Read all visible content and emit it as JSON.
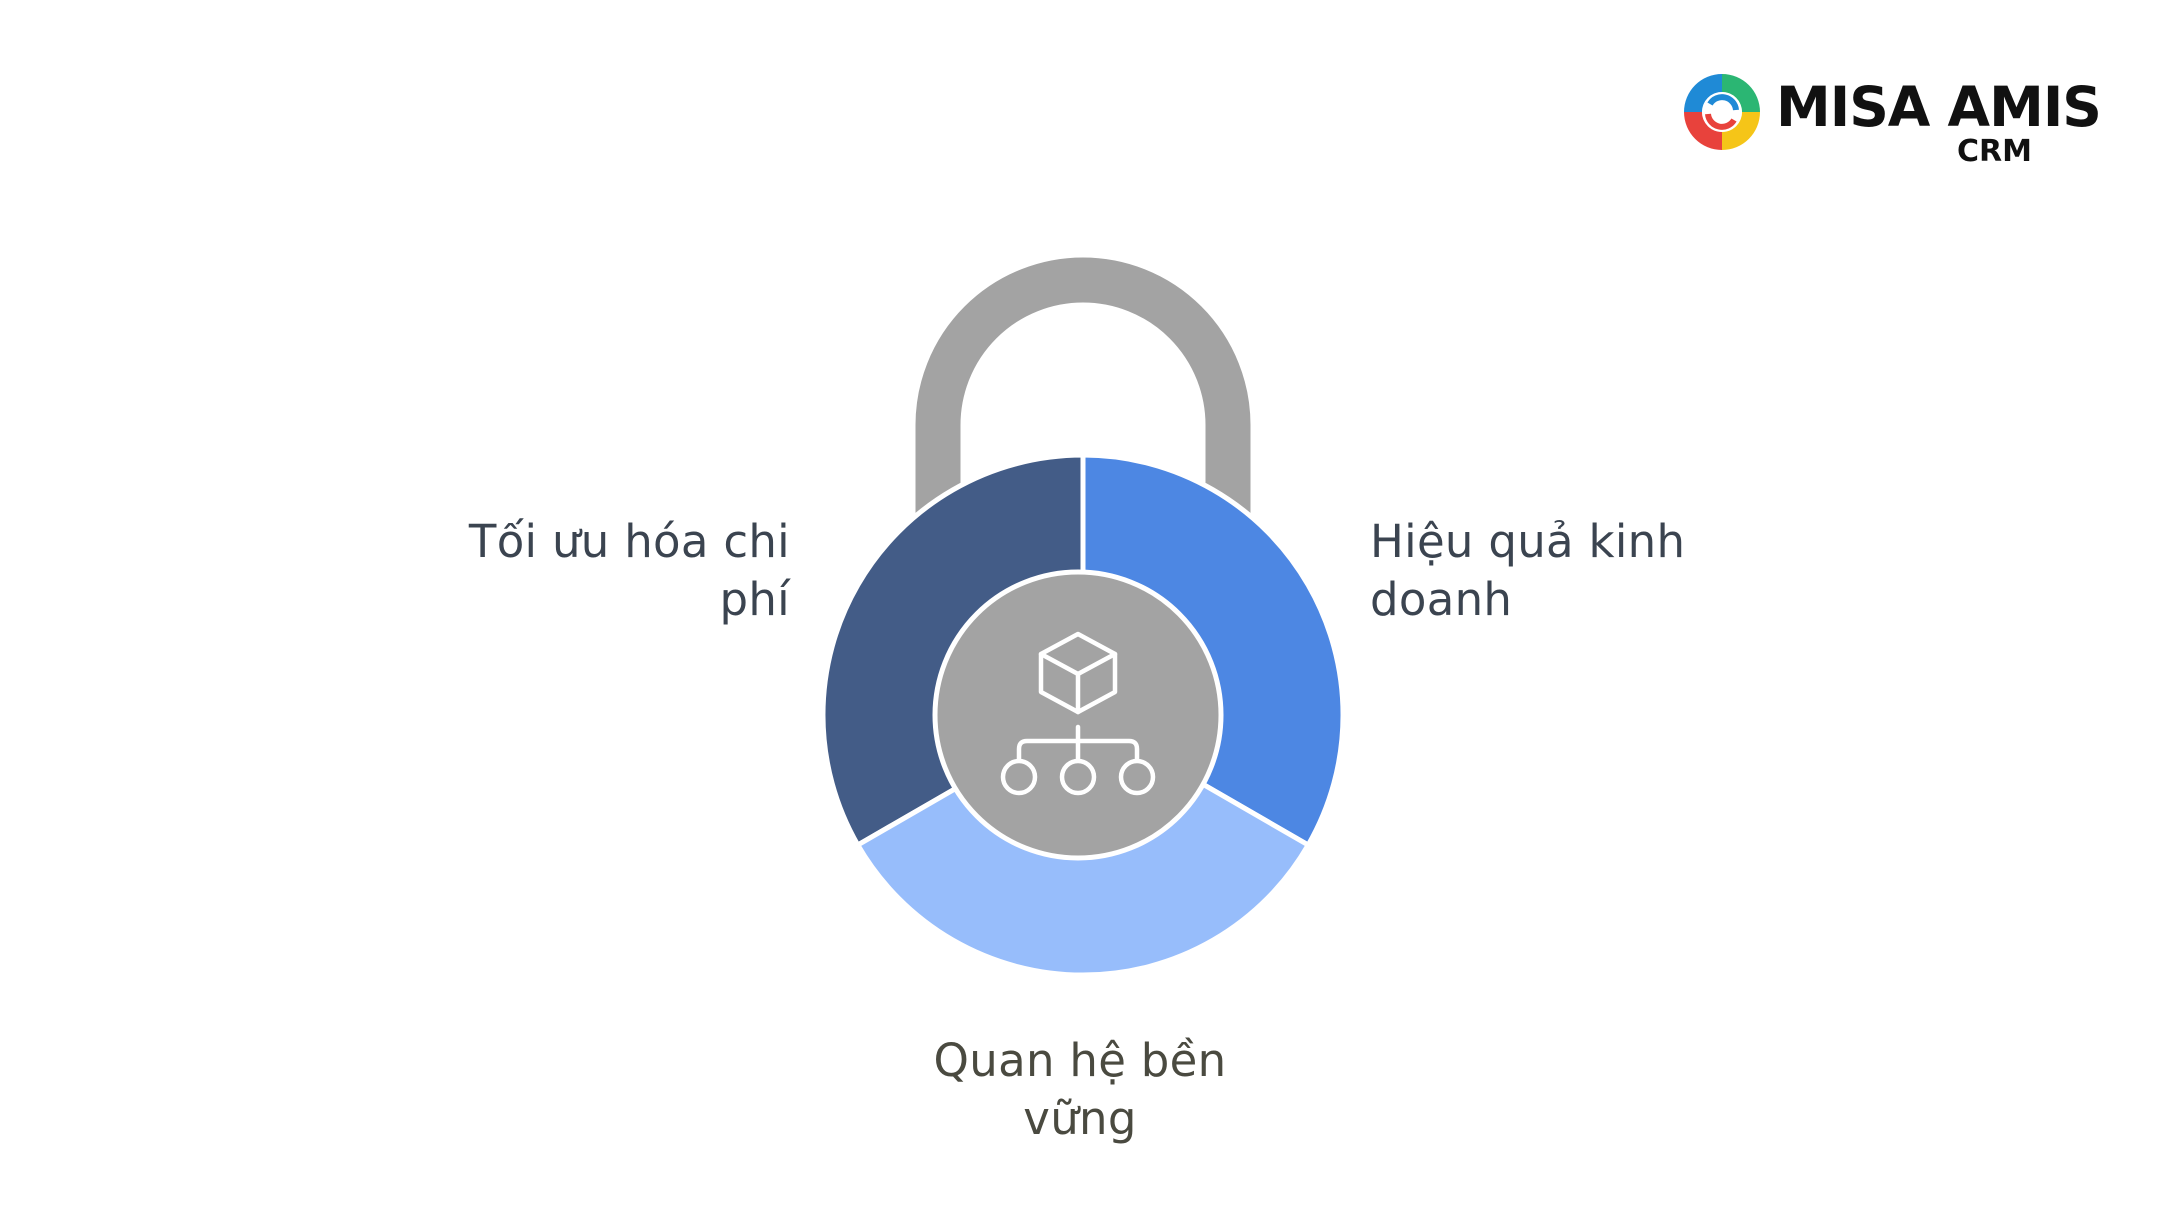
{
  "brand": {
    "name": "MISA AMIS",
    "product": "CRM",
    "logo_icon": "misa-ring-logo-icon"
  },
  "diagram": {
    "type": "padlock-segmented-ring",
    "center_icon": "cube-hierarchy-icon",
    "segments": [
      {
        "label": "Tối ưu hóa chi phí",
        "color": "#435c87",
        "position": "left"
      },
      {
        "label": "Hiệu quả kinh doanh",
        "color": "#4d87e3",
        "position": "right"
      },
      {
        "label": "Quan hệ bền vững",
        "color": "#97bdfb",
        "position": "bottom"
      }
    ],
    "shackle_color": "#a3a3a3",
    "center_color": "#a3a3a3"
  },
  "labels": {
    "left_line1": "Tối ưu hóa chi",
    "left_line2": "phí",
    "right_line1": "Hiệu quả kinh",
    "right_line2": "doanh",
    "bottom_line1": "Quan hệ bền",
    "bottom_line2": "vững"
  }
}
